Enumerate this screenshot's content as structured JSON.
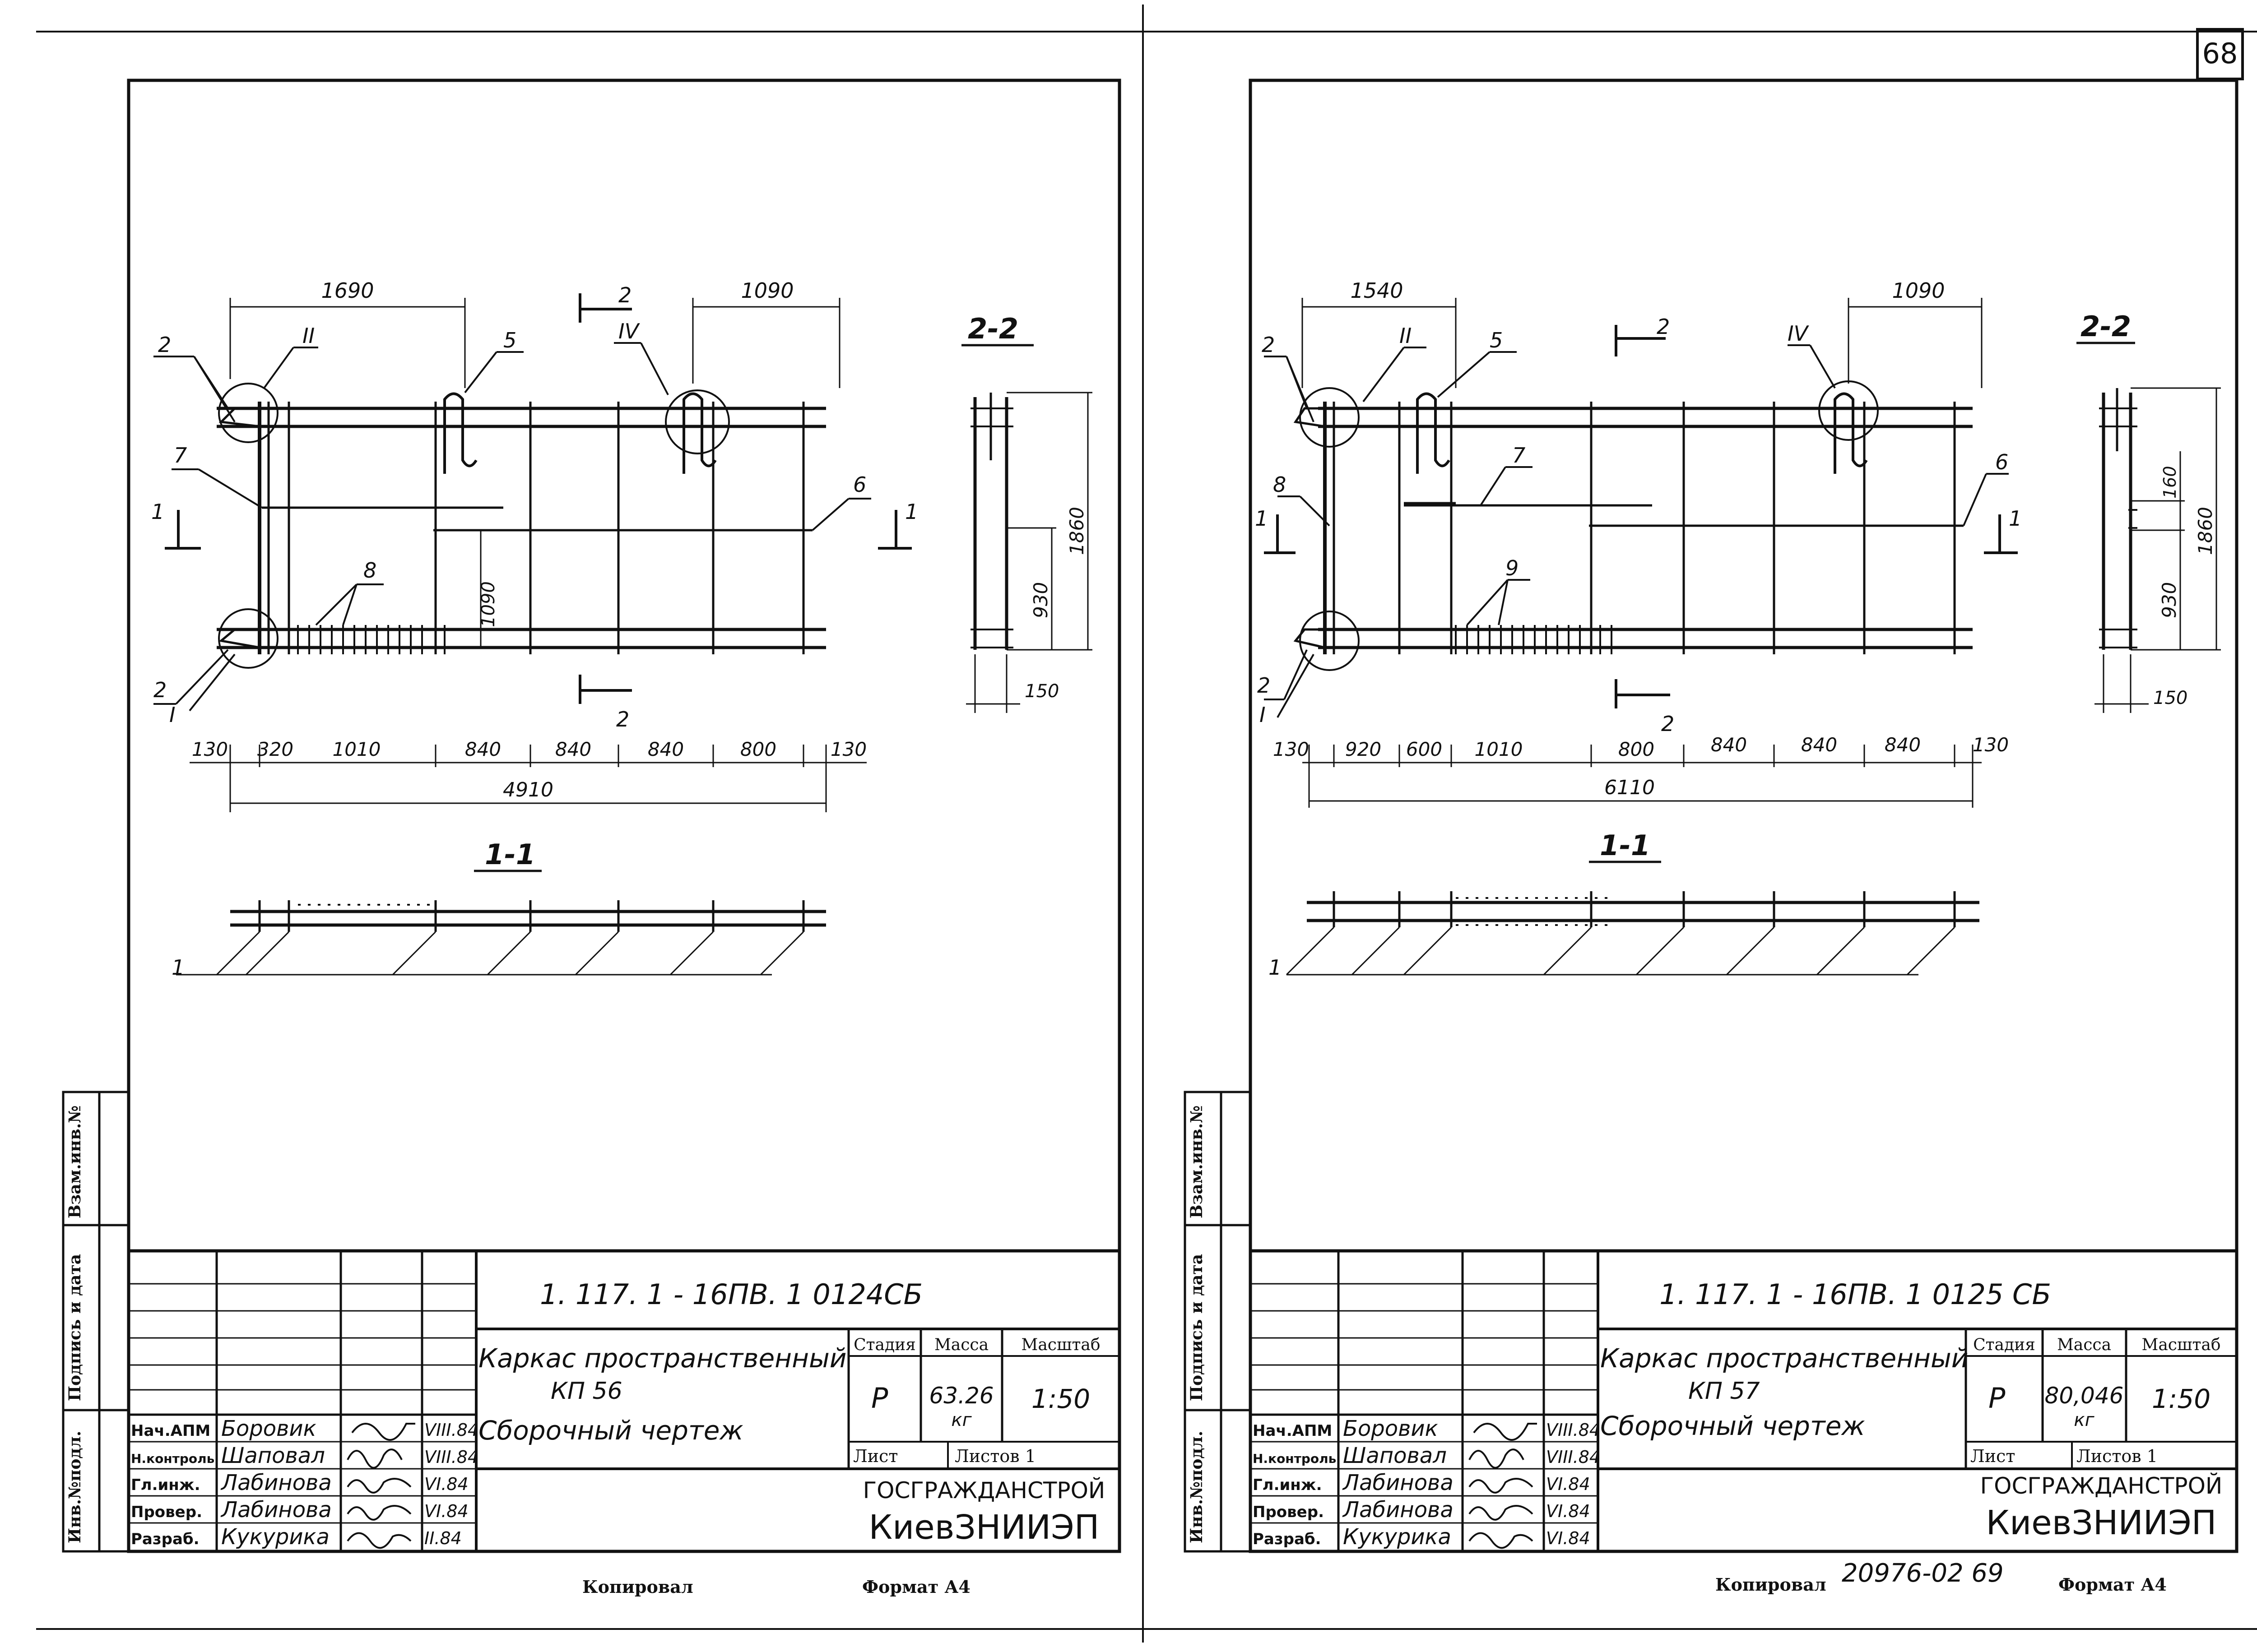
{
  "page_number": "68",
  "sheets": [
    {
      "code": "1. 117. 1 - 16ПВ. 1  0124СБ",
      "title_line1": "Каркас пространственный",
      "title_line2": "КП 56",
      "title_line3": "Сборочный чертеж",
      "stage_header": "Стадия",
      "mass_header": "Масса",
      "scale_header": "Масштаб",
      "stage": "Р",
      "mass": "63.26",
      "mass_unit": "кг",
      "scale": "1:50",
      "sheet_label": "Лист",
      "sheets_label": "Листов 1",
      "org1": "ГОСГРАЖДАНСТРОЙ",
      "org2": "КиевЗНИИЭП",
      "roles": [
        "Нач.АПМ",
        "Н.контроль",
        "Гл.инж.",
        "Провер.",
        "Разраб."
      ],
      "names": [
        "Боровик",
        "Шаповал",
        "Лабинова",
        "Лабинова",
        "Кукурика"
      ],
      "dates": [
        "VIII.84",
        "VIII.84",
        "VI.84",
        "VI.84",
        "II.84"
      ],
      "side_labels": [
        "Взам.инв.№",
        "Подпись и дата",
        "Инв.№подл."
      ],
      "copied_label": "Копировал",
      "format_label": "Формат А4",
      "drawing": {
        "top_dims": [
          "1690",
          "1090"
        ],
        "bottom_dims": [
          "130",
          "320",
          "1010",
          "840",
          "840",
          "840",
          "800",
          "130"
        ],
        "overall": "4910",
        "height_dim": "1090",
        "callouts": [
          "2",
          "2",
          "I",
          "II",
          "IV",
          "5",
          "6",
          "7",
          "8",
          "2",
          "2",
          "1",
          "1"
        ],
        "section_a": "1-1",
        "section_b": "2-2",
        "sec_dims": [
          "1860",
          "930",
          "150"
        ],
        "sec_label": "1"
      }
    },
    {
      "code": "1. 117. 1 - 16ПВ. 1  0125 СБ",
      "title_line1": "Каркас пространственный",
      "title_line2": "КП 57",
      "title_line3": "Сборочный чертеж",
      "stage_header": "Стадия",
      "mass_header": "Масса",
      "scale_header": "Масштаб",
      "stage": "Р",
      "mass": "80,046",
      "mass_unit": "кг",
      "scale": "1:50",
      "sheet_label": "Лист",
      "sheets_label": "Листов 1",
      "org1": "ГОСГРАЖДАНСТРОЙ",
      "org2": "КиевЗНИИЭП",
      "roles": [
        "Нач.АПМ",
        "Н.контроль",
        "Гл.инж.",
        "Провер.",
        "Разраб."
      ],
      "names": [
        "Боровик",
        "Шаповал",
        "Лабинова",
        "Лабинова",
        "Кукурика"
      ],
      "dates": [
        "VIII.84",
        "VIII.84",
        "VI.84",
        "VI.84",
        "VI.84"
      ],
      "side_labels": [
        "Взам.инв.№",
        "Подпись и дата",
        "Инв.№подл."
      ],
      "copied_label": "Копировал",
      "format_label": "Формат А4",
      "drawing": {
        "top_dims": [
          "1540",
          "1090"
        ],
        "bottom_dims": [
          "130",
          "920",
          "600",
          "1010",
          "800",
          "840",
          "840",
          "840",
          "130"
        ],
        "overall": "6110",
        "height_dim": "",
        "callouts": [
          "2",
          "2",
          "I",
          "II",
          "IV",
          "5",
          "6",
          "7",
          "8",
          "9",
          "2",
          "2",
          "1",
          "1"
        ],
        "section_a": "1-1",
        "section_b": "2-2",
        "sec_dims": [
          "1860",
          "930",
          "150",
          "160"
        ],
        "sec_label": "1"
      }
    }
  ],
  "archive_number": "20976-02 69"
}
